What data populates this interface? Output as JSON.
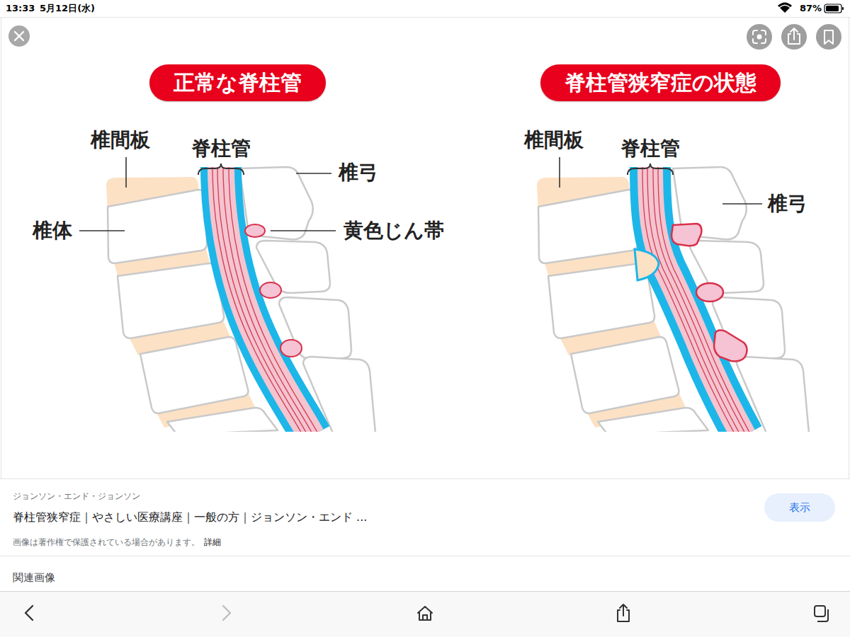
{
  "diagram": {
    "nodes": [
      {
        "text": [
          "正常な脊柱管"
        ]
      },
      {
        "text": [
          "脊柱管狭窄症の状態"
        ]
      },
      {
        "text": [
          "表示"
        ]
      }
    ],
    "labels": [
      "13:33",
      "5月12日(水)",
      "87%",
      "椎間板",
      "脊柱管",
      "椎弓",
      "黄色じん帯",
      "椎体",
      "椎間板",
      "脊柱管",
      "椎弓",
      "ジョンソン・エンド・ジョンソン",
      "脊柱管狭窄症｜やさしい医療講座｜一般の方｜ジョンソン・エンド ...",
      "画像は著作権で保護されている場合があります。",
      "詳細",
      "関連画像"
    ]
  }
}
